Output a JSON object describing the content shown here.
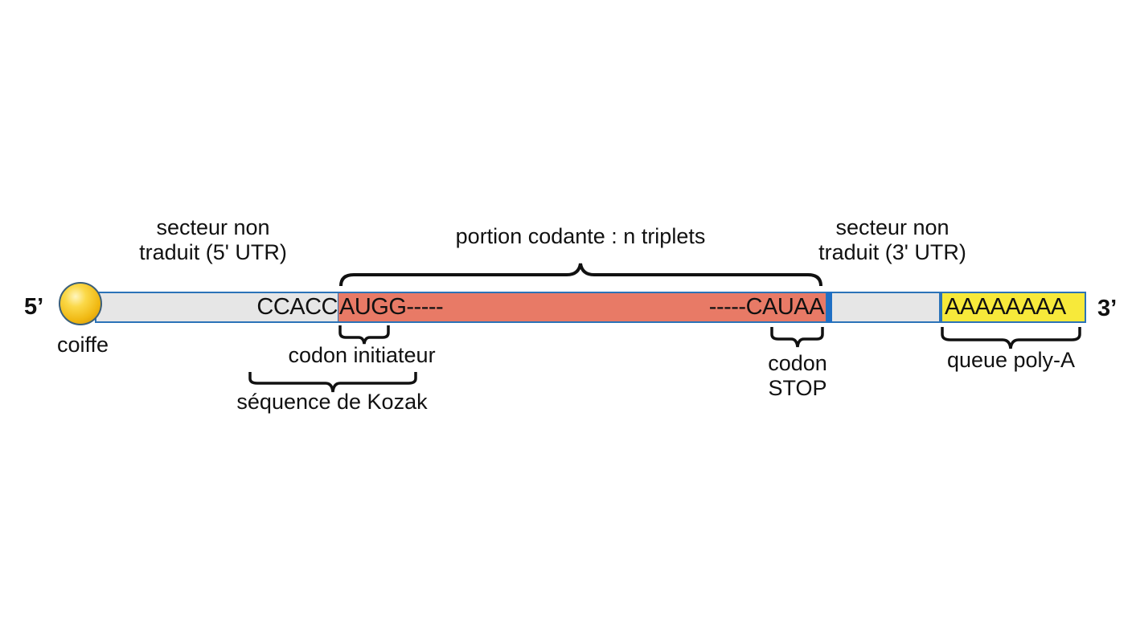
{
  "ends": {
    "five_prime": "5’",
    "three_prime": "3’"
  },
  "cap": {
    "label": "coiffe",
    "color": "#f2c21a"
  },
  "regions": {
    "utr5": {
      "label_line1": "secteur non",
      "label_line2": "traduit (5' UTR)",
      "sequence": "CCACC",
      "color": "#e6e6e6"
    },
    "coding": {
      "label": "portion codante : n triplets",
      "start_sequence": "AUGG-----",
      "end_sequence": "-----CAUAA",
      "color": "#e87a66"
    },
    "utr3": {
      "label_line1": "secteur non",
      "label_line2": "traduit (3' UTR)",
      "color": "#e6e6e6"
    },
    "polya": {
      "sequence": "AAAAAAAA",
      "label": "queue poly-A",
      "color": "#f7e93a"
    }
  },
  "annotations": {
    "start_codon": "codon initiateur",
    "kozak": "séquence de Kozak",
    "stop_codon_line1": "codon",
    "stop_codon_line2": "STOP"
  },
  "outline_color": "#2b73b8"
}
